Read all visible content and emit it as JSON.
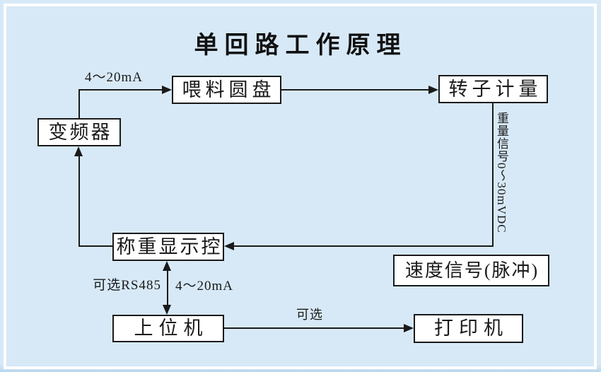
{
  "title": "单回路工作原理",
  "nodes": {
    "feeding_disc": "喂料圆盘",
    "rotor_meter": "转子计量",
    "inverter": "变频器",
    "weighing_controller": "称重显示控",
    "speed_signal": "速度信号(脉冲)",
    "host_computer": "上位机",
    "printer": "打印机"
  },
  "edge_labels": {
    "inverter_to_disc": "4～20mA",
    "weight_signal": "重量信号0～30mVDC",
    "rs485_option": "可选RS485",
    "current_loop": "4～20mA",
    "printer_option": "可选"
  },
  "colors": {
    "background": "#d7e9f7",
    "background_bottom_strip": "#b9d6ec",
    "frame_border": "#ffffff",
    "box_fill": "#ffffff",
    "line_and_text": "#1a1a1a"
  }
}
